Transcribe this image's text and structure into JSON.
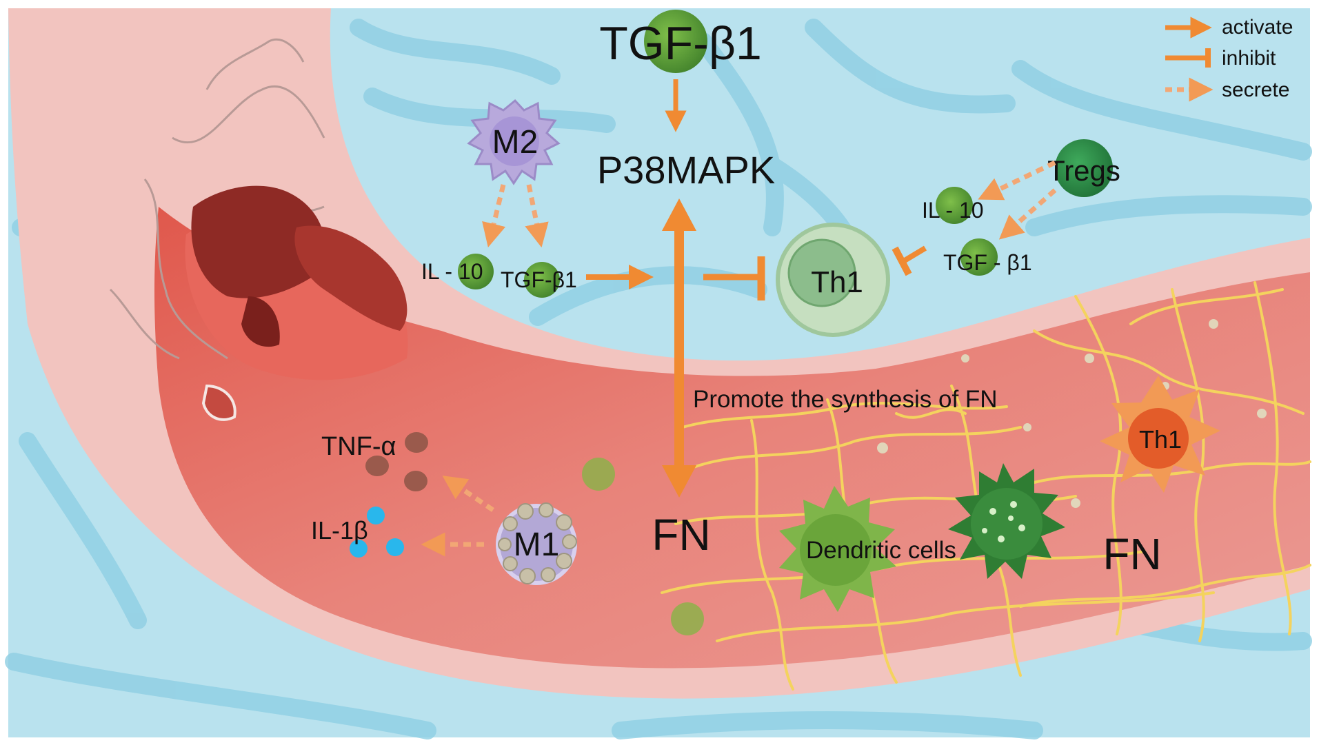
{
  "legend": {
    "activate": "activate",
    "inhibit": "inhibit",
    "secrete": "secrete"
  },
  "labels": {
    "tgf_top": "TGF-β1",
    "p38": "P38MAPK",
    "m2": "M2",
    "il10_m2": "IL - 10",
    "tgf_m2": "TGF-β1",
    "th1_center": "Th1",
    "tregs": "Tregs",
    "il10_treg": "IL - 10",
    "tgf_treg": "TGF - β1",
    "promote": "Promote the synthesis of FN",
    "th1_vessel": "Th1",
    "tnf": "TNF-α",
    "il1b": "IL-1β",
    "m1": "M1",
    "fn_center": "FN",
    "dendritic": "Dendritic cells",
    "fn_right": "FN"
  },
  "colors": {
    "background": "#b9e2ee",
    "vessel_outer": "#f2c4bf",
    "vessel_inner": "#e2675c",
    "damage": "#8e2a25",
    "arrow": "#f08a32",
    "secrete": "#f2a775",
    "fiber": "#f4d35e",
    "green_cell": "#5f9e37",
    "th1_cell": "#9fc79c",
    "m2_cell": "#b8a9dc",
    "m1_cell": "#b3a8d6",
    "tregs_cell": "#2d8d47",
    "il1b_dot": "#29b7ec",
    "tnf_dot": "#9a5a4c"
  }
}
